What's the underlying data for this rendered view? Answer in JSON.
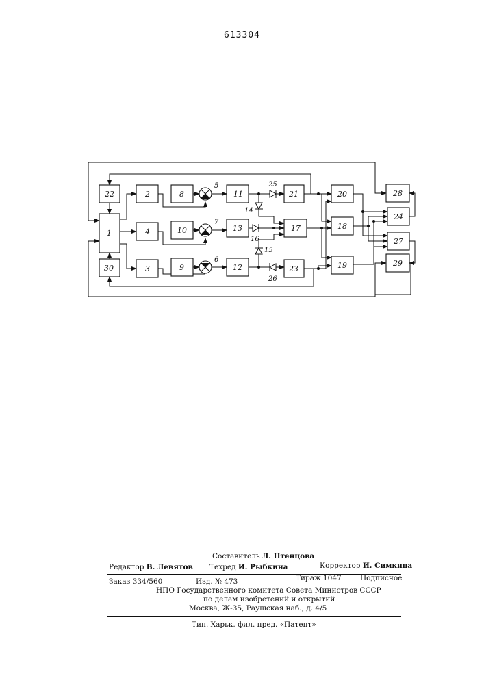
{
  "patent_number": "613304",
  "diagram": {
    "blocks": [
      "1",
      "2",
      "3",
      "4",
      "8",
      "9",
      "10",
      "11",
      "12",
      "13",
      "17",
      "18",
      "19",
      "20",
      "21",
      "22",
      "23",
      "24",
      "27",
      "28",
      "29",
      "30"
    ],
    "mixers": [
      "5",
      "6",
      "7"
    ],
    "diodes": [
      "14",
      "15",
      "16",
      "25",
      "26"
    ]
  },
  "imprint": {
    "compiler_label": "Составитель",
    "compiler_name": "Л. Птенцова",
    "editor_label": "Редактор",
    "editor_name": "В. Левятов",
    "techred_label": "Техред",
    "techred_name": "И. Рыбкина",
    "corrector_label": "Корректор",
    "corrector_name": "И. Симкина",
    "order": "Заказ 334/560",
    "issue": "Изд. № 473",
    "circulation": "Тираж 1047",
    "subscription": "Подписное",
    "org_line1": "НПО Государственного комитета Совета Министров СССР",
    "org_line2": "по делам изобретений и открытий",
    "address": "Москва, Ж-35, Раушская наб., д. 4/5",
    "printer": "Тип. Харьк. фил. пред. «Патент»"
  }
}
